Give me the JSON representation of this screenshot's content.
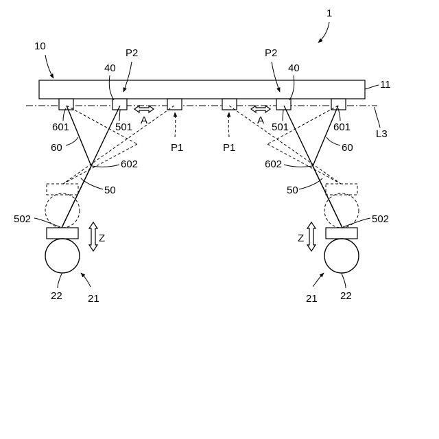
{
  "labels": {
    "figure_ref": "1",
    "substrate": "10",
    "substrate_edge": "11",
    "line": "L3",
    "pos_p2_left": "P2",
    "pos_p2_right": "P2",
    "pos_p1_left": "P1",
    "pos_p1_right": "P1",
    "bracket_40_left": "40",
    "bracket_40_right": "40",
    "dir_a_left": "A",
    "dir_a_right": "A",
    "dir_z_left": "Z",
    "dir_z_right": "Z",
    "pivot_601_left": "601",
    "pivot_601_right": "601",
    "pivot_501_left": "501",
    "pivot_501_right": "501",
    "cross_602_left": "602",
    "cross_602_right": "602",
    "link_60_left": "60",
    "link_60_right": "60",
    "link_50_left": "50",
    "link_50_right": "50",
    "end_502_left": "502",
    "end_502_right": "502",
    "roller_22_left": "22",
    "roller_22_right": "22",
    "unit_21_left": "21",
    "unit_21_right": "21"
  }
}
